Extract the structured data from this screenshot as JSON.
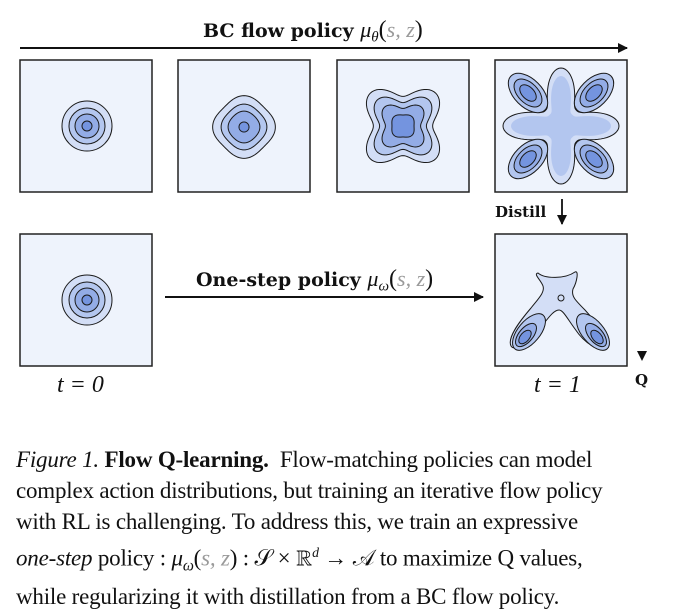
{
  "figure": {
    "top_arrow_label": {
      "text": "BC flow policy ",
      "symbol": "μ",
      "subscript": "θ",
      "args": "s, z"
    },
    "middle_arrow_label": {
      "text": "One-step policy ",
      "symbol": "μ",
      "subscript": "ω",
      "args": "s, z"
    },
    "distill_label": "Distill",
    "q_label": "Q",
    "t0_label": "t = 0",
    "t1_label": "t = 1",
    "panels": [
      {
        "id": "bc-step-1",
        "shape": "concentric-circles"
      },
      {
        "id": "bc-step-2",
        "shape": "rounded-square-contours"
      },
      {
        "id": "bc-step-3",
        "shape": "four-lobed-star"
      },
      {
        "id": "bc-step-4",
        "shape": "x-shaped-four-modes"
      },
      {
        "id": "one-step-input",
        "shape": "concentric-circles"
      },
      {
        "id": "one-step-output",
        "shape": "two-mode-v-shape"
      }
    ],
    "colors": {
      "panel_bg": "#eef3fc",
      "level1": "#d3def6",
      "level2": "#b3c6ef",
      "level3": "#93ace6",
      "level4": "#7494df",
      "outline": "#1a1a1a",
      "arg_gray": "#9a9a9a",
      "q_arrow_gray": "#bbbbbb"
    }
  },
  "caption": {
    "figure_label": "Figure 1.",
    "title": "Flow Q-learning.",
    "line1_rest": "Flow-matching policies can model",
    "line2": "complex action distributions, but training an iterative flow policy",
    "line3": "with RL is challenging.  To address this, we train an expressive",
    "line4_italic": "one-step",
    "line4_a": " policy : ",
    "line4_math_mu": "μ",
    "line4_math_sub": "ω",
    "line4_math_args": "s, z",
    "line4_math_rest": " : 𝒮 × ℝ",
    "line4_sup": "d",
    "line4_arrow": " → 𝒜",
    "line4_b": " to maximize Q values,",
    "line5": "while regularizing it with distillation from a BC flow policy."
  }
}
